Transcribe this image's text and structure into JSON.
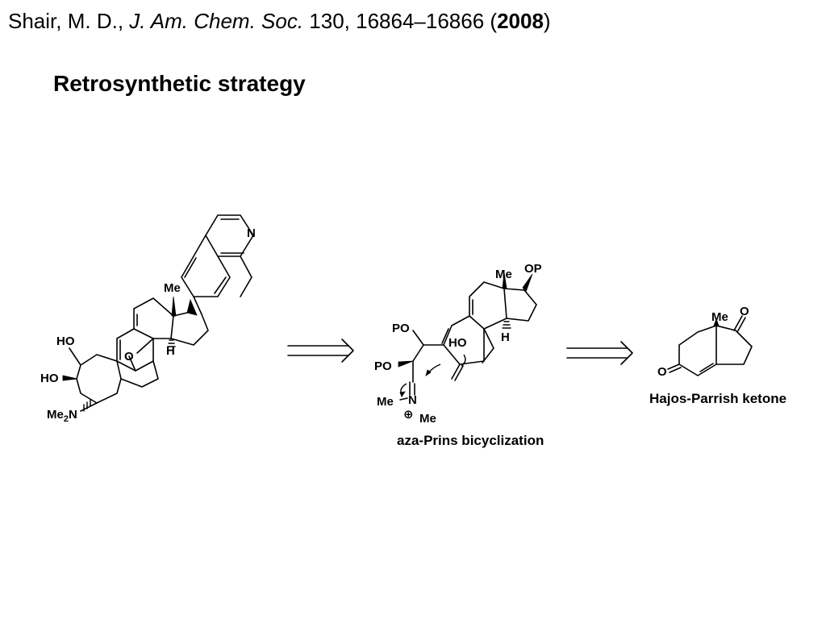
{
  "citation": {
    "authors": "Shair, M. D.,",
    "journal": "J. Am. Chem. Soc.",
    "volume_pages": "130, 16864–16866 (",
    "year": "2008",
    "close": ")"
  },
  "title": "Retrosynthetic strategy",
  "target_molecule": {
    "labels": {
      "n": "N",
      "me": "Me",
      "h": "H",
      "o": "O",
      "ho1": "HO",
      "ho2": "HO",
      "nme2_me": "Me",
      "nme2_sub": "2",
      "nme2_n": "N"
    }
  },
  "intermediate": {
    "labels": {
      "me": "Me",
      "op": "OP",
      "h": "H",
      "ho": "HO",
      "po1": "PO",
      "po2": "PO",
      "me_left": "Me",
      "n": "N",
      "plus": "⊕",
      "me_bottom": "Me"
    },
    "caption": "aza-Prins bicyclization"
  },
  "hajos": {
    "labels": {
      "me": "Me",
      "o_top": "O",
      "o_left": "O"
    },
    "caption": "Hajos-Parrish ketone"
  }
}
